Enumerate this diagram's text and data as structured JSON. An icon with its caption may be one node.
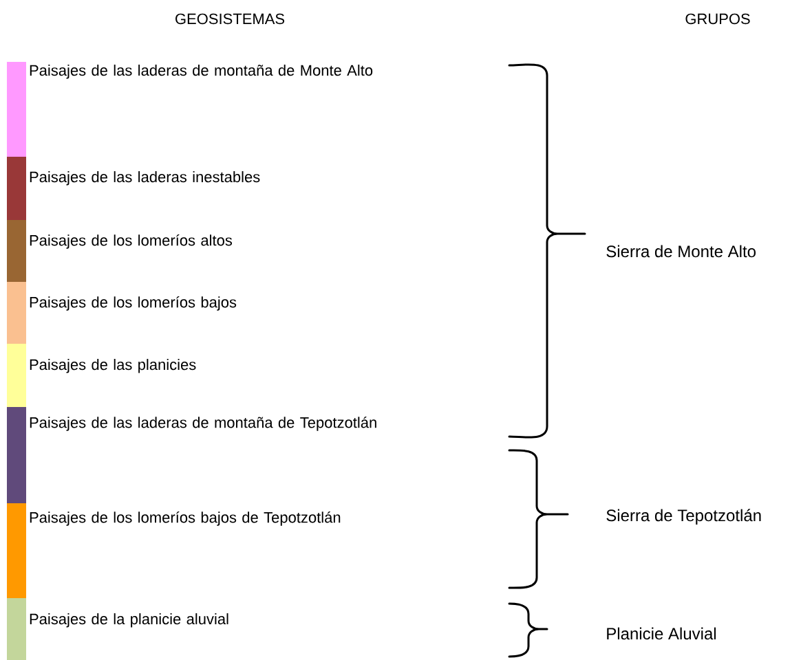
{
  "diagram": {
    "labels": [
      "GEOSISTEMAS",
      "GRUPOS",
      "Sierra de Monte Alto",
      "Sierra de Tepotzotlán",
      "Planicie Aluvial"
    ],
    "legend": [
      {
        "text": "Paisajes de las laderas de montaña de Monte Alto",
        "color": "#ff99ff"
      },
      {
        "text": "Paisajes de las laderas inestables",
        "color": "#993838"
      },
      {
        "text": "Paisajes de los lomeríos altos",
        "color": "#996633"
      },
      {
        "text": "Paisajes de los lomeríos bajos",
        "color": "#fac090"
      },
      {
        "text": "Paisajes de las planicies",
        "color": "#ffff99"
      },
      {
        "text": "Paisajes de las laderas de montaña de Tepotzotlán",
        "color": "#604a7b"
      },
      {
        "text": "Paisajes de los lomeríos bajos de Tepotzotlán",
        "color": "#ff9900"
      },
      {
        "text": "Paisajes de la planicie aluvial",
        "color": "#c3d69b"
      }
    ]
  }
}
